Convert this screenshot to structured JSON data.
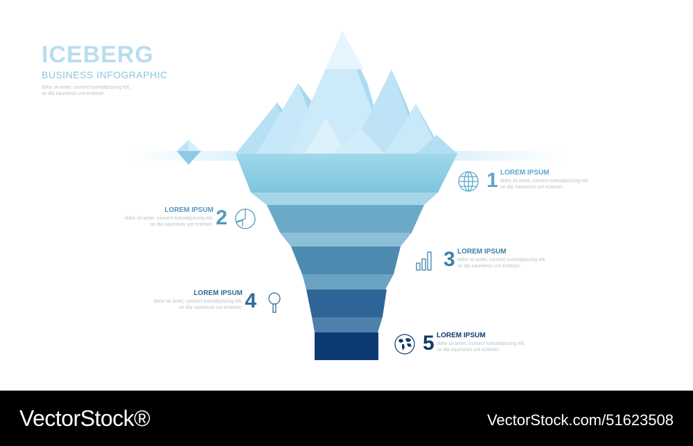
{
  "header": {
    "title": "ICEBERG",
    "subtitle": "BUSINESS INFOGRAPHIC",
    "description": "dolor sit amet, consect tueradipiscing elit, se dia naumeuis unt ectetuer."
  },
  "steps": [
    {
      "number": "1",
      "heading": "LOREM IPSUM",
      "text": "dolor sit amet, consect tueradipiscing elit, se dia naumeuis unt ectetuer.",
      "icon": "globe-icon",
      "color": "#5aa8cc"
    },
    {
      "number": "2",
      "heading": "LOREM IPSUM",
      "text": "dolor sit amet, consect tueradipiscing elit, se dia naumeuis unt ectetuer.",
      "icon": "pie-chart-icon",
      "color": "#5597bd"
    },
    {
      "number": "3",
      "heading": "LOREM IPSUM",
      "text": "dolor sit amet, consect tueradipiscing elit, se dia naumeuis unt ectetuer.",
      "icon": "bar-chart-icon",
      "color": "#3f7fa8"
    },
    {
      "number": "4",
      "heading": "LOREM IPSUM",
      "text": "dolor sit amet, consect tueradipiscing elit, se dia naumeuis unt ectetuer.",
      "icon": "magnifier-icon",
      "color": "#2f6b96"
    },
    {
      "number": "5",
      "heading": "LOREM IPSUM",
      "text": "dolor sit amet, consect tueradipiscing elit, se dia naumeuis unt ectetuer.",
      "icon": "world-map-icon",
      "color": "#0e3a6e"
    }
  ],
  "colors": {
    "ice_light": "#d9f0fb",
    "ice_mid": "#a9d9f1",
    "band_1": "#8fcfe2",
    "band_2": "#6aaccb",
    "band_3": "#4f8db4",
    "band_4": "#2f6596",
    "band_5": "#0d3a73"
  },
  "footer": {
    "brand": "VectorStock®",
    "reference": "VectorStock.com/51623508"
  }
}
